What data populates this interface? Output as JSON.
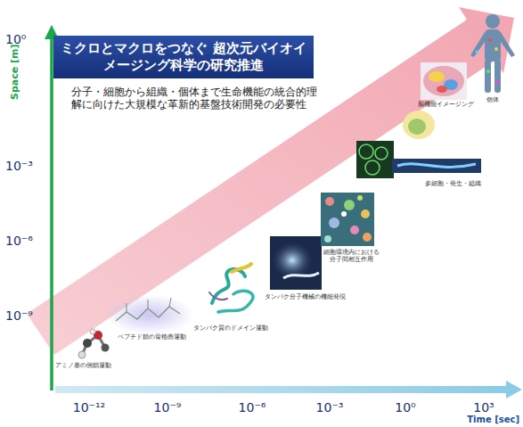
{
  "diagram": {
    "nodes": [
      {
        "text": [
          "ミクロとマクロをつなぐ 超次元バイオイメージング科学の研究推進"
        ]
      }
    ],
    "labels": [
      "分子・細胞から組織・個体まで生命機能の統合的理 解に向けた大規模な革新的基盤技術開発の必要性",
      "Space [m]",
      "10⁰",
      "10⁻³",
      "10⁻⁶",
      "10⁻⁹",
      "10⁻¹²",
      "10⁻⁹",
      "10⁻⁶",
      "10⁻³",
      "10⁰",
      "10³",
      "Time [sec]",
      "脳機能イメージング",
      "個体",
      "多細胞・発生・組織",
      "細胞環境内における 分子間相互作用",
      "タンパク分子機械の機能発現",
      "タンパク質のドメイン運動",
      "ペプチド鎖の骨格曲運動",
      "アミノ基の側鎖運動"
    ]
  }
}
